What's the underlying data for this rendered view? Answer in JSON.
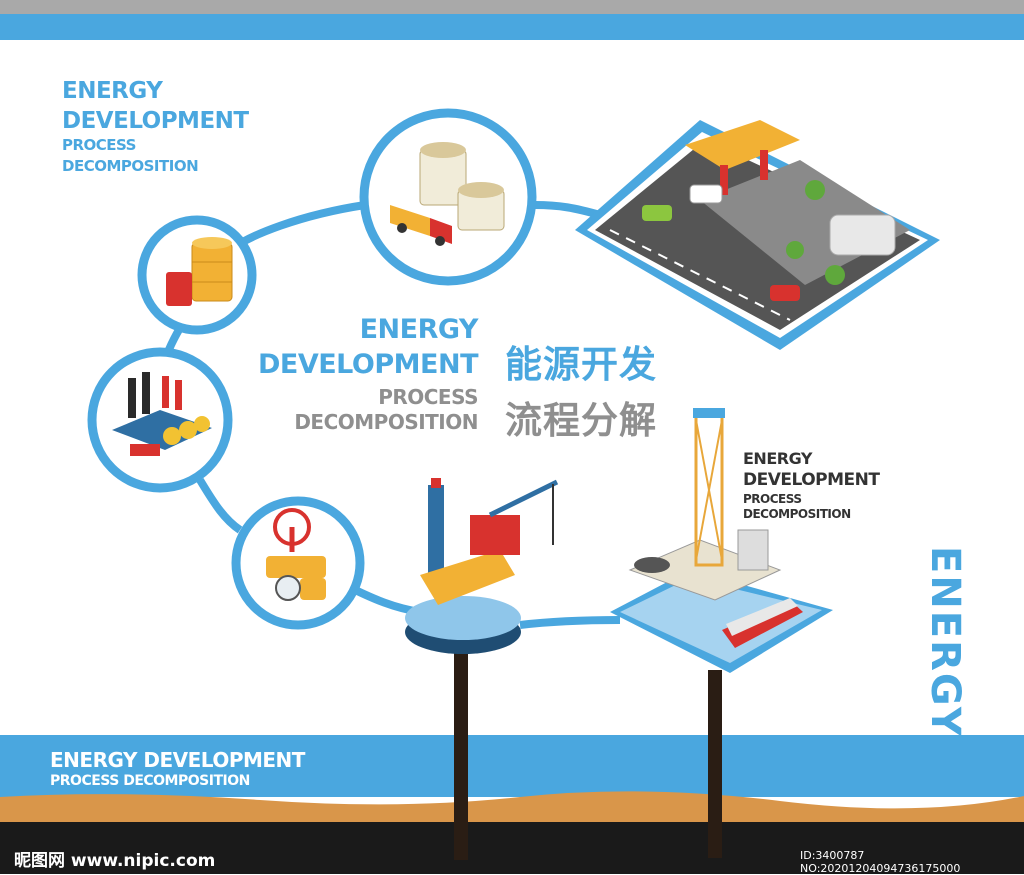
{
  "colors": {
    "accent": "#4aa7df",
    "top_bar_gray": "#a9a9a9",
    "ground_orange": "#d9964a",
    "ground_dark": "#1a1a1a",
    "text_gray": "#8f8f8f"
  },
  "top_left": {
    "line1": "ENERGY",
    "line2": "DEVELOPMENT",
    "line3": "PROCESS",
    "line4": "DECOMPOSITION"
  },
  "center": {
    "line1": "ENERGY",
    "line2": "DEVELOPMENT",
    "line3": "PROCESS",
    "line4": "DECOMPOSITION",
    "zh_line1": "能源开发",
    "zh_line2": "流程分解"
  },
  "right_block": {
    "line1": "ENERGY",
    "line2": "DEVELOPMENT",
    "line3": "PROCESS",
    "line4": "DECOMPOSITION"
  },
  "vertical_text": "ENERGY",
  "bottom_band": {
    "line1": "ENERGY DEVELOPMENT",
    "line2": "PROCESS DECOMPOSITION"
  },
  "watermark": {
    "left": "昵图网 www.nipic.com",
    "right": "ID:3400787 NO:20201204094736175000"
  },
  "icons": [
    "storage-tanks-and-tanker-truck-icon",
    "oil-barrel-and-canister-icon",
    "refinery-factory-icon",
    "pipeline-valve-icon",
    "gas-station-scene-icon",
    "offshore-drilling-rig-icon",
    "oil-platform-and-tanker-ship-icon"
  ]
}
